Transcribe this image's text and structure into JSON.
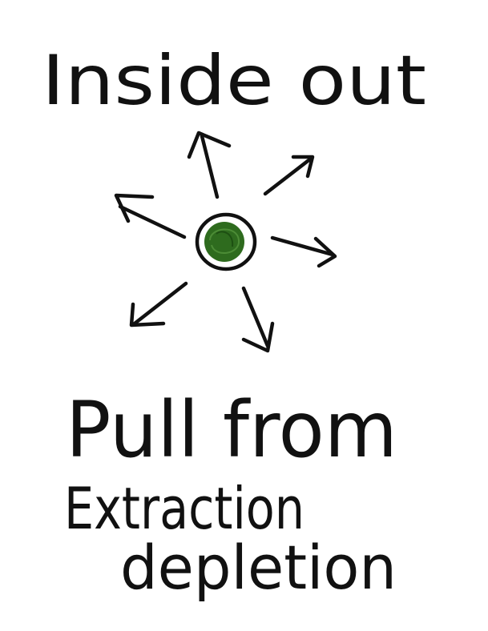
{
  "sketch": {
    "top_line": "Inside out",
    "bottom_line_1": "Pull from",
    "bottom_line_2": "Extraction",
    "bottom_line_3": "depletion"
  },
  "colors": {
    "ink": "#111111",
    "center_fill": "#2e6b1e",
    "background": "#ffffff"
  },
  "center": {
    "label": "",
    "icon": "green-filled-circle"
  },
  "arrows": {
    "count": 6
  }
}
